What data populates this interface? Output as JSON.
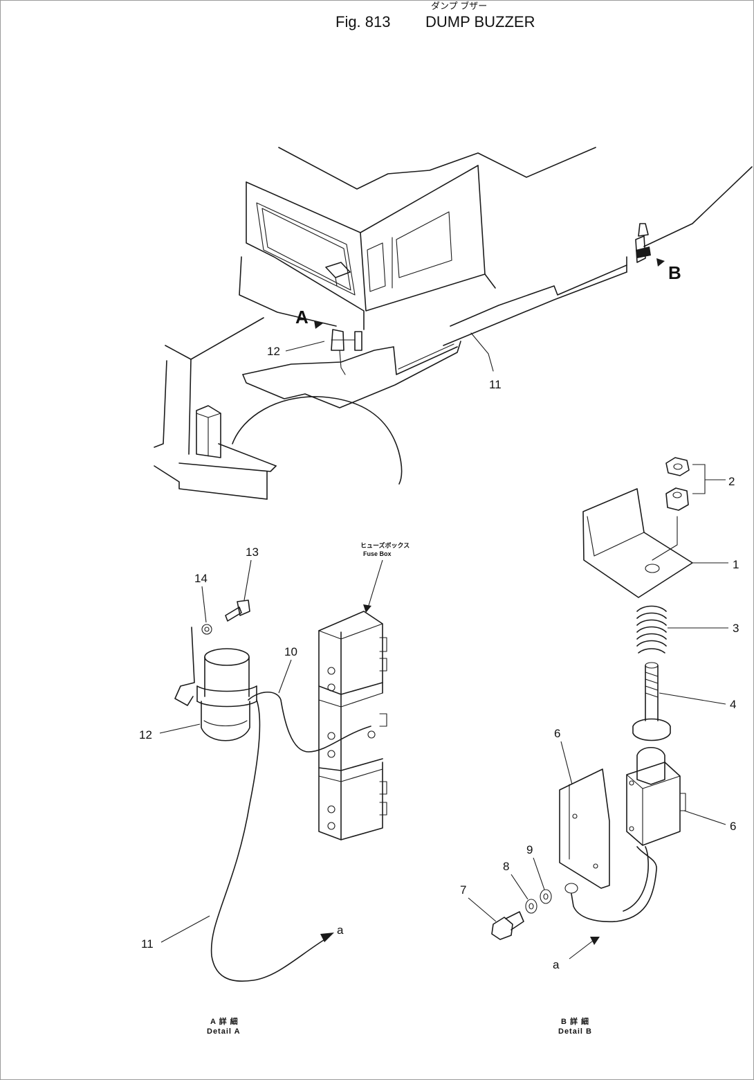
{
  "figure": {
    "jp_caption": "ダンプ ブザー",
    "number": "Fig. 813",
    "title": "DUMP BUZZER"
  },
  "views": {
    "view_a_letter": "A",
    "view_b_letter": "B",
    "connector_a_label": "a",
    "fuse_box_jp": "ヒューズボックス",
    "fuse_box_label": "Fuse Box",
    "detail_a_jp": "A 詳 細",
    "detail_a_label": "Detail A",
    "detail_b_jp": "B 詳 細",
    "detail_b_label": "Detail B"
  },
  "callouts": {
    "top_12": "12",
    "top_11": "11",
    "a_13": "13",
    "a_14": "14",
    "a_10": "10",
    "a_12": "12",
    "a_11": "11",
    "b_2": "2",
    "b_1": "1",
    "b_3": "3",
    "b_4": "4",
    "b_6_left": "6",
    "b_6_right": "6",
    "b_7": "7",
    "b_8": "8",
    "b_9": "9"
  }
}
